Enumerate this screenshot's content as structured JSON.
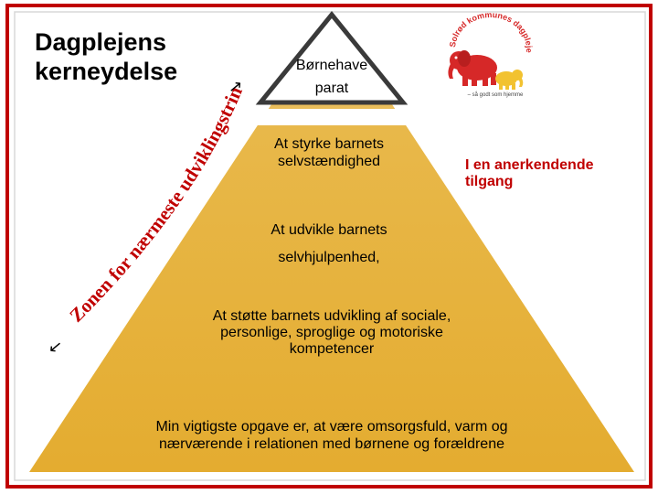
{
  "title_line1": "Dagplejens",
  "title_line2": "kerneydelse",
  "apex_line1": "Børnehave",
  "apex_line2": "parat",
  "level1_line1": "At styrke barnets",
  "level1_line2": "selvstændighed",
  "level2_line1": "At udvikle barnets",
  "level2_line2": "selvhjulpenhed,",
  "level3_line1": "At støtte barnets udvikling af sociale,",
  "level3_line2": "personlige, sproglige og motoriske",
  "level3_line3": "kompetencer",
  "base_line1": "Min vigtigste opgave er, at være omsorgsfuld, varm og",
  "base_line2": "nærværende i relationen med børnene og forældrene",
  "side_label_line1": "I en anerkendende",
  "side_label_line2": "tilgang",
  "curved_text": "Zonen for nærmeste udviklingstrin",
  "arrow_start": "←",
  "arrow_end": "→",
  "logo_text": "Solrød kommunes dagpleje",
  "logo_tagline": "– så godt som hjemme",
  "colors": {
    "frame_red": "#c00000",
    "pyramid_fill": "#e6b33d",
    "pyramid_dark": "#c4922a",
    "apex_outline": "#3a3a3a",
    "elephant_red": "#d62828",
    "elephant_yellow": "#f2c230"
  }
}
